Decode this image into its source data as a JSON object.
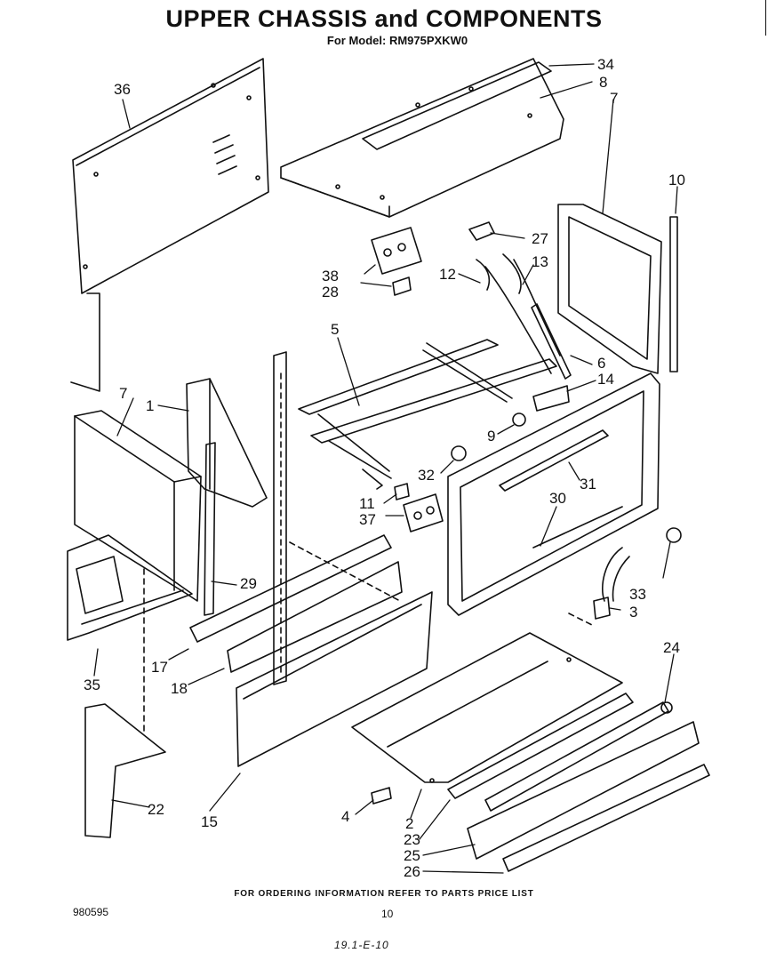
{
  "header": {
    "title": "UPPER CHASSIS and COMPONENTS",
    "model": "For Model: RM975PXKW0"
  },
  "labels": {
    "l1": "1",
    "l2": "2",
    "l3": "3",
    "l4": "4",
    "l5": "5",
    "l6": "6",
    "l7a": "7",
    "l7b": "7",
    "l8": "8",
    "l9": "9",
    "l10": "10",
    "l11": "11",
    "l12": "12",
    "l13": "13",
    "l14": "14",
    "l15": "15",
    "l17": "17",
    "l18": "18",
    "l22": "22",
    "l23": "23",
    "l24": "24",
    "l25": "25",
    "l26": "26",
    "l27": "27",
    "l28": "28",
    "l29": "29",
    "l30": "30",
    "l31": "31",
    "l32": "32",
    "l33": "33",
    "l34": "34",
    "l35": "35",
    "l36": "36",
    "l37": "37",
    "l38": "38"
  },
  "footer": {
    "ordering": "FOR ORDERING INFORMATION REFER TO PARTS PRICE LIST",
    "code": "980595",
    "page": "10",
    "handwritten": "19.1-E-10"
  }
}
